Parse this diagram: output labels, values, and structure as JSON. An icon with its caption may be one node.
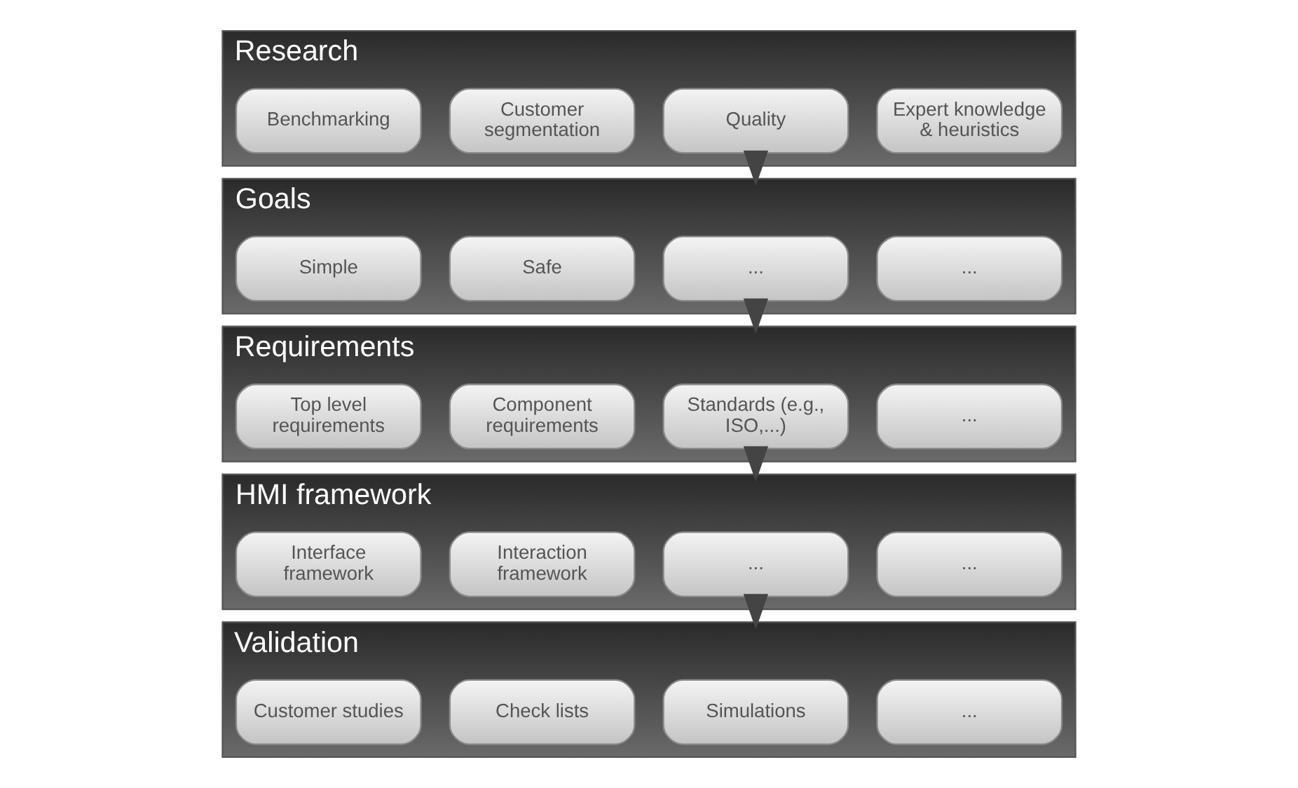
{
  "diagram": {
    "nodes": [
      {
        "text": [
          "Research"
        ]
      },
      {
        "text": [
          "Benchmarking"
        ],
        "in": 0
      },
      {
        "text": [
          "Customer segmentation"
        ],
        "in": 0
      },
      {
        "text": [
          "Quality"
        ],
        "in": 0
      },
      {
        "text": [
          "Expert knowledge & heuristics"
        ],
        "in": 0
      },
      {
        "text": [
          "Goals"
        ]
      },
      {
        "text": [
          "Simple"
        ],
        "in": 5
      },
      {
        "text": [
          "Safe"
        ],
        "in": 5
      },
      {
        "text": [
          "..."
        ],
        "in": 5
      },
      {
        "text": [
          "..."
        ],
        "in": 5
      },
      {
        "text": [
          "Requirements"
        ]
      },
      {
        "text": [
          "Top level requirements"
        ],
        "in": 10
      },
      {
        "text": [
          "Component requirements"
        ],
        "in": 10
      },
      {
        "text": [
          "Standards (e.g., ISO,...)"
        ],
        "in": 10
      },
      {
        "text": [
          "..."
        ],
        "in": 10
      },
      {
        "text": [
          "HMI framework"
        ]
      },
      {
        "text": [
          "Interface framework"
        ],
        "in": 15
      },
      {
        "text": [
          "Interaction framework"
        ],
        "in": 15
      },
      {
        "text": [
          "..."
        ],
        "in": 15
      },
      {
        "text": [
          "..."
        ],
        "in": 15
      },
      {
        "text": [
          "Validation"
        ]
      },
      {
        "text": [
          "Customer studies"
        ],
        "in": 20
      },
      {
        "text": [
          "Check lists"
        ],
        "in": 20
      },
      {
        "text": [
          "Simulations"
        ],
        "in": 20
      },
      {
        "text": [
          "..."
        ],
        "in": 20
      }
    ],
    "edges": [
      {
        "from": 0,
        "to": 5,
        "arrow": "to"
      },
      {
        "from": 5,
        "to": 10,
        "arrow": "to"
      },
      {
        "from": 10,
        "to": 15,
        "arrow": "to"
      },
      {
        "from": 15,
        "to": 20,
        "arrow": "to"
      }
    ]
  }
}
